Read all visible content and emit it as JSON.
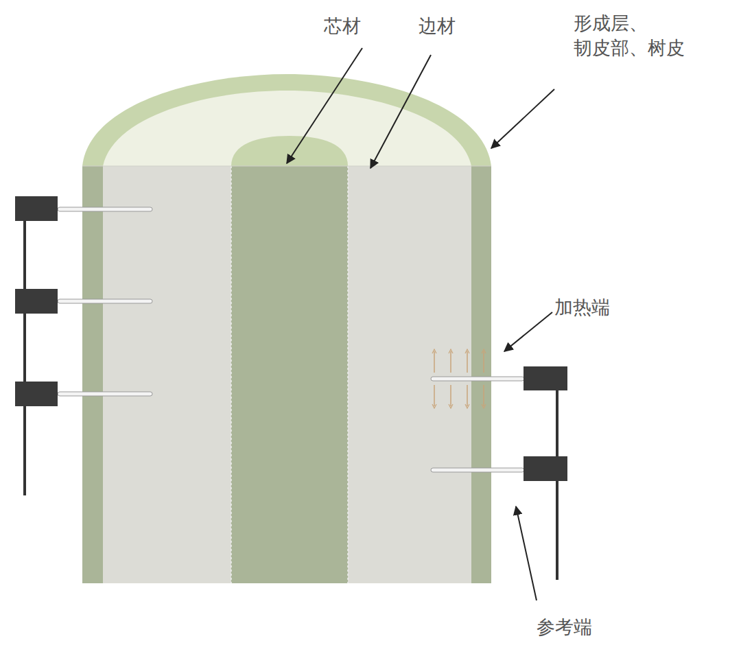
{
  "diagram": {
    "labels": [
      "芯材",
      "边材",
      "形成层、 韧皮部、树皮",
      "加热端",
      "参考端"
    ]
  }
}
